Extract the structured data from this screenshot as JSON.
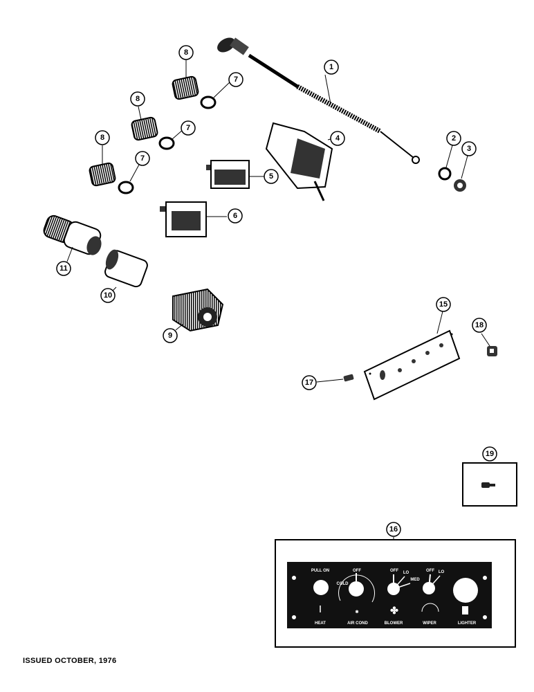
{
  "callouts": {
    "c1": "1",
    "c2": "2",
    "c3": "3",
    "c4": "4",
    "c5": "5",
    "c6": "6",
    "c7a": "7",
    "c7b": "7",
    "c7c": "7",
    "c8a": "8",
    "c8b": "8",
    "c8c": "8",
    "c9": "9",
    "c10": "10",
    "c11": "11",
    "c15": "15",
    "c16": "16",
    "c17": "17",
    "c18": "18",
    "c19": "19"
  },
  "panel_labels": {
    "pull_on": "PULL ON",
    "off_ac": "OFF",
    "cold": "COLD",
    "off_blower": "OFF",
    "lo_blower": "LO",
    "med": "MED",
    "off_wiper": "OFF",
    "lo_wiper": "LO",
    "heat": "HEAT",
    "air_cond": "AIR COND",
    "blower": "BLOWER",
    "wiper": "WIPER",
    "lighter": "LIGHTER"
  },
  "footer": {
    "issued": "ISSUED OCTOBER, 1976"
  }
}
